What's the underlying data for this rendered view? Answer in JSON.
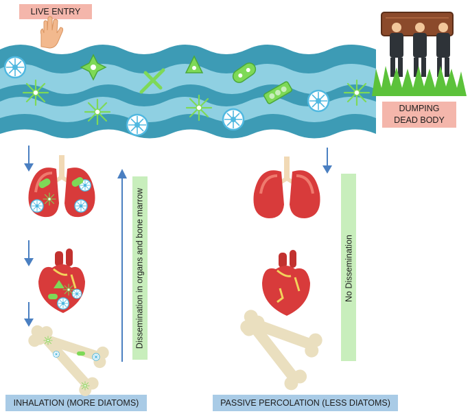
{
  "labels": {
    "live_entry": "LIVE ENTRY",
    "dumping": [
      "DUMPING",
      "DEAD BODY"
    ],
    "inhalation": "INHALATION (MORE DIATOMS)",
    "passive": "PASSIVE PERCOLATION (LESS DIATOMS)",
    "dissemination": "Dissemination in organs and bone marrow",
    "no_dissemination": "No Dissemination"
  },
  "colors": {
    "water_dark": "#3d9bb5",
    "water_light": "#8fd0e2",
    "diatom_green": "#7ed957",
    "diatom_blue": "#4fb8e0",
    "organ_red": "#d83b3b",
    "bone": "#eadfbf",
    "arrow_blue": "#4a7fc1",
    "grass": "#5cc23a"
  },
  "icons": [
    "hand-icon",
    "pallbearers-icon",
    "lungs-icon",
    "heart-icon",
    "bone-icon",
    "diatom-icon",
    "arrow-down-icon",
    "arrow-up-icon"
  ]
}
